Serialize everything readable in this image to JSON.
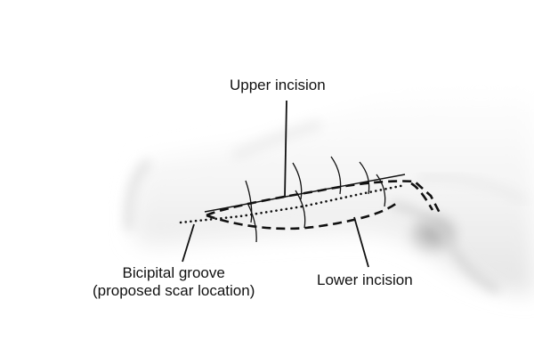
{
  "labels": {
    "upper_incision": "Upper incision",
    "bicipital_groove": "Bicipital groove",
    "scar_location": "(proposed scar location)",
    "lower_incision": "Lower incision"
  },
  "colors": {
    "ink": "#111111",
    "arm_shade": "#f1f1f1",
    "arm_shadow": "#b8b8b8",
    "background": "#ffffff"
  }
}
